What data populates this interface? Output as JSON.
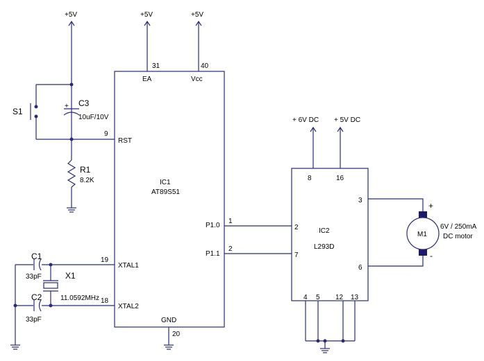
{
  "power": {
    "p5v_reset": "+5V",
    "p5v_ea": "+5V",
    "vcc_top": "+5V",
    "ic2_6v": "+ 6V DC",
    "ic2_5v": "+ 5V DC"
  },
  "ic1": {
    "name": "IC1",
    "part": "AT89S51",
    "pins": {
      "ea_num": "31",
      "ea_name": "EA",
      "vcc_num": "40",
      "vcc_name": "Vcc",
      "rst_num": "9",
      "rst_name": "RST",
      "xtal1_num": "19",
      "xtal1_name": "XTAL1",
      "xtal2_num": "18",
      "xtal2_name": "XTAL2",
      "gnd_name": "GND",
      "gnd_num": "20",
      "p10_name": "P1.0",
      "p11_name": "P1.1"
    }
  },
  "ic2": {
    "name": "IC2",
    "part": "L293D",
    "pins": {
      "p8": "8",
      "p16": "16",
      "p3": "3",
      "p6": "6",
      "p2": "2",
      "p7": "7",
      "p4": "4",
      "p5": "5",
      "p12": "12",
      "p13": "13"
    }
  },
  "wires": {
    "w1": "1",
    "w2": "2"
  },
  "components": {
    "s1": "S1",
    "c3": "C3",
    "c3_val": "10uF/10V",
    "c3_plus": "+",
    "r1": "R1",
    "r1_val": "8.2K",
    "c1": "C1",
    "c1_val": "33pF",
    "c2": "C2",
    "c2_val": "33pF",
    "x1": "X1",
    "x1_val": "11.0592MHz",
    "m1": "M1",
    "m1_val": "6V / 250mA",
    "m1_desc": "DC motor",
    "m1_plus": "+",
    "m1_minus": "-"
  }
}
